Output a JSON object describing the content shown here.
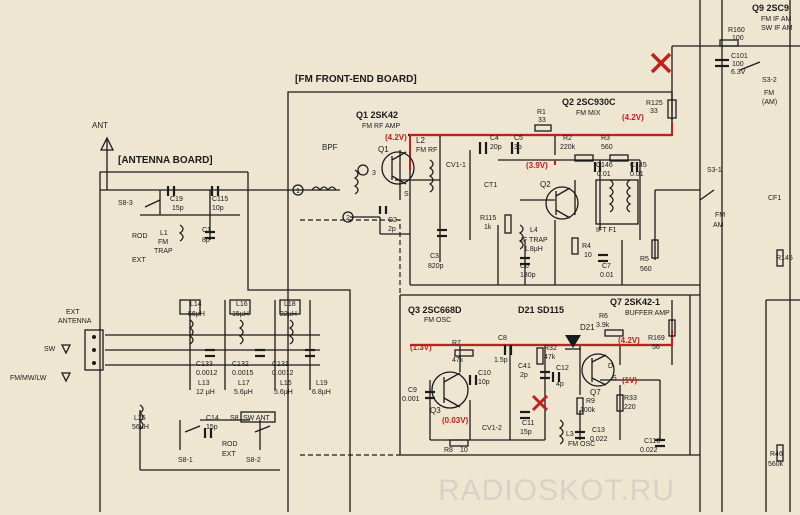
{
  "boards": {
    "fm_frontend": "[FM FRONT-END BOARD]",
    "antenna": "[ANTENNA BOARD]"
  },
  "colors": {
    "paper": "#efe6d2",
    "ink": "#1b1b1b",
    "annotation": "#c3201c"
  },
  "transistors": {
    "q1": {
      "title": "Q1 2SK42",
      "role": "FM RF AMP",
      "ref": "Q1"
    },
    "q2": {
      "title": "Q2 2SC930C",
      "role": "FM MIX",
      "ref": "Q2"
    },
    "q3": {
      "title": "Q3 2SC668D",
      "role": "FM OSC",
      "ref": "Q3"
    },
    "q7": {
      "title": "Q7 2SK42-1",
      "role": "BUFFER AMP",
      "ref": "Q7"
    },
    "q9": {
      "title": "Q9 2SC9",
      "role1": "FM IF AM",
      "role2": "SW IF AM"
    },
    "d21": "D21 SD115",
    "d21_ref": "D21"
  },
  "labels": {
    "ant": "ANT",
    "bpf": "BPF",
    "l2": "L2",
    "fm_rf": "FM RF",
    "cv1_1": "CV1-1",
    "ct1": "CT1",
    "r1": "R1",
    "r1v": "33",
    "r125": "R125",
    "r125v": "33",
    "c4": "C4",
    "c4v": "20p",
    "c5": "C5",
    "c5v": "3p",
    "r2": "R2",
    "r2v": "220k",
    "r3": "R3",
    "r3v": "560",
    "c146": "C146",
    "c146v": "0.01",
    "c145": "C145",
    "c145v": "0.01",
    "r160": "R160",
    "r160v": "100",
    "c101": "C101",
    "c101v": "100",
    "c101b": "6.3V",
    "s3_2": "S3-2",
    "fm": "FM",
    "am": "(AM)",
    "s3_1": "S3-1",
    "fm2": "FM",
    "am2": "AM",
    "cf1": "CF1",
    "r145": "R145",
    "c2": "C2",
    "c2v": "2p",
    "c3": "C3",
    "c3v": "820p",
    "r115": "R115",
    "r115v": "1k",
    "l4": "L4",
    "l4b": "IF TRAP",
    "l4c": "1.8µH",
    "c6": "C6",
    "c6v": "180p",
    "r4": "R4",
    "r4v": "10",
    "c7": "C7",
    "c7v": "0.01",
    "r5": "R5",
    "r5v": "560",
    "ift": "IFT F1",
    "s8_3": "S8-3",
    "c19": "C19",
    "c19v": "15p",
    "c115": "C115",
    "c115v": "10p",
    "rod": "ROD",
    "ext": "EXT",
    "l1": "L1",
    "l1b": "FM",
    "l1c": "TRAP",
    "c1": "C1",
    "c1v": "8p",
    "ext_ant": "EXT",
    "ext_ant2": "ANTENNA",
    "sw": "SW",
    "fmmwlw": "FM/MW/LW",
    "l14": "L14",
    "l14v": "56µH",
    "l16": "L16",
    "l16v": "15µH",
    "l18": "L18",
    "l18v": "22µH",
    "c133": "C133",
    "c133v": "0.0012",
    "c132": "C132",
    "c132v": "0.0015",
    "c131": "C131",
    "c131v": "0.0012",
    "l13": "L13",
    "l13v": "12 µH",
    "l17": "L17",
    "l17v": "5.6µH",
    "l15": "L15",
    "l15v": "5.6µH",
    "l19": "L19",
    "l19v": "6.8µH",
    "l25": "L25",
    "l25v": "56µH",
    "c14": "C14",
    "c14v": "15p",
    "s8sw": "S8",
    "swant": "SW ANT",
    "s8_1": "S8-1",
    "rod2": "ROD",
    "ext2": "EXT",
    "s8_2": "S8-2",
    "r7": "R7",
    "r7v": "47k",
    "c8": "C8",
    "c8v": "1.5p",
    "r32": "R32",
    "r32v": "47k",
    "r6": "R6",
    "r6v": "3.9k",
    "r169": "R169",
    "r169v": "56",
    "c9": "C9",
    "c9v": "0.001",
    "c10": "C10",
    "c10v": "10p",
    "c41": "C41",
    "c41v": "2p",
    "c12": "C12",
    "c12v": "4p",
    "r9": "R9",
    "r9v": "100k",
    "r33": "R33",
    "r33v": "220",
    "c11": "C11",
    "c11v": "15p",
    "cv1_2": "CV1-2",
    "l3": "L3",
    "l3b": "FM OSC",
    "c13": "C13",
    "c13v": "0.022",
    "c118": "C118",
    "c118v": "0.022",
    "r8": "R8",
    "r8v": "10",
    "r46": "R46",
    "r46v": "560k",
    "s": "S",
    "d": "D",
    "pin1": "1",
    "pin2": "2",
    "pin3": "3"
  },
  "voltages": {
    "q1": "(4.2V)",
    "r125": "(4.2V)",
    "q2": "(3.9V)",
    "q3": "(1.3V)",
    "q3e": "(0.03V)",
    "q7": "(4.2V)",
    "q7s": "(1V)"
  },
  "watermark": "RADIOSKOT.RU"
}
